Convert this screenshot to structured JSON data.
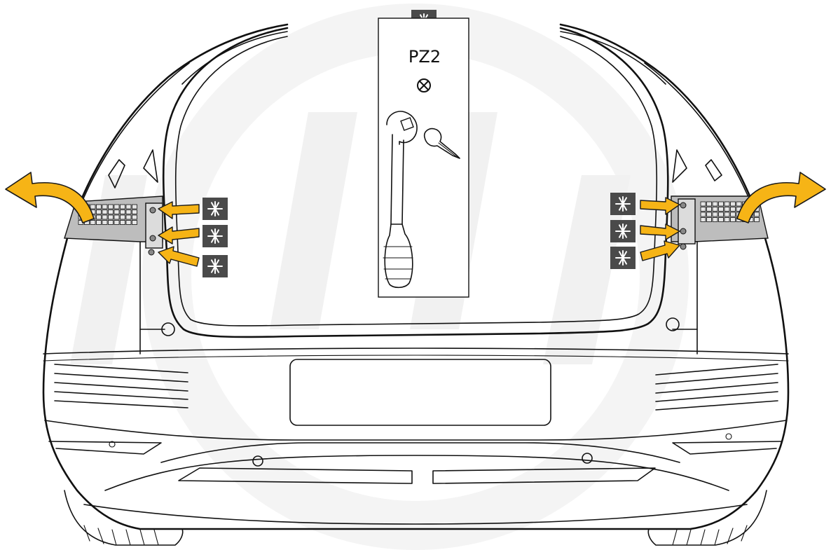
{
  "tool_panel": {
    "bit_label": "PZ2",
    "badge": "special-screw-badge",
    "screw_icon": "phillips-screw-head-icon",
    "tool_icon": "ratchet-wrench-with-bit-icon"
  },
  "callouts": {
    "left_screws": 3,
    "right_screws": 3,
    "left_removal_arrow": "curved-arrow-left-icon",
    "right_removal_arrow": "curved-arrow-right-icon"
  },
  "colors": {
    "arrow": "#f6b416",
    "arrow_outline": "#1a1a1a",
    "badge": "#4a4a4a",
    "lamp": "#bdbdbd",
    "watermark": "#f0f0f0"
  }
}
